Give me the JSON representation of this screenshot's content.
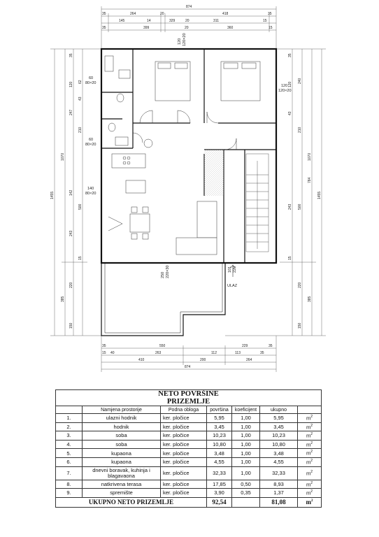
{
  "plan": {
    "top_total": "874",
    "top_row1": [
      "35",
      "264",
      "20",
      "418",
      "35"
    ],
    "top_row2": [
      "145",
      "14",
      "329",
      "20",
      "311",
      "15"
    ],
    "top_row3": [
      "35",
      "399",
      "20",
      "360",
      "15"
    ],
    "bottom_row1": [
      "35",
      "550",
      "229",
      "35"
    ],
    "bottom_row2": [
      "15",
      "40",
      "263",
      "112",
      "113",
      "35"
    ],
    "bottom_row3": [
      "410",
      "200",
      "264"
    ],
    "bottom_total": "874",
    "left_outer": "1455",
    "left_mid": [
      "1070",
      "385"
    ],
    "left_inner": [
      "35",
      "120",
      "247",
      "142",
      "243",
      "220",
      "150"
    ],
    "left_fine": [
      "62",
      "43",
      "210",
      "500",
      "15"
    ],
    "right_outer": "1455",
    "right_mid": [
      "1070",
      "385"
    ],
    "right_inner": [
      "240",
      "210",
      "784",
      "500",
      "220",
      "150"
    ],
    "right_fine": [
      "35",
      "120",
      "43",
      "243",
      "15"
    ],
    "window_labels": [
      {
        "a": "60",
        "b": "80×20"
      },
      {
        "a": "60",
        "b": "80×20"
      },
      {
        "a": "140",
        "b": "80×20"
      },
      {
        "a": "120",
        "b": "120×20"
      }
    ],
    "door_label": {
      "a": "101",
      "b": "220"
    },
    "door_label_2": {
      "a": "250",
      "b": "220×30"
    },
    "top_window_label": {
      "a": "120",
      "b": "120×20"
    },
    "entrance_label": "ULAZ"
  },
  "table": {
    "title_1": "NETO POVRŠINE",
    "title_2": "PRIZEMLJE",
    "headers": [
      "Namjena prostorije",
      "Podna obloga",
      "površina",
      "koeficijent",
      "ukupno"
    ],
    "rows": [
      {
        "no": "1.",
        "name": "ulazni hodnik",
        "floor": "ker. pločice",
        "area": "5,95",
        "coef": "1,00",
        "total": "5,95",
        "unit": "m",
        "sup": "2"
      },
      {
        "no": "2.",
        "name": "hodnik",
        "floor": "ker. pločice",
        "area": "3,45",
        "coef": "1,00",
        "total": "3,45",
        "unit": "m",
        "sup": "2"
      },
      {
        "no": "3.",
        "name": "soba",
        "floor": "ker. pločice",
        "area": "10,23",
        "coef": "1,00",
        "total": "10,23",
        "unit": "m",
        "sup": "2"
      },
      {
        "no": "4.",
        "name": "soba",
        "floor": "ker. pločice",
        "area": "10,80",
        "coef": "1,00",
        "total": "10,80",
        "unit": "m",
        "sup": "2"
      },
      {
        "no": "5.",
        "name": "kupaona",
        "floor": "ker. pločice",
        "area": "3,48",
        "coef": "1,00",
        "total": "3,48",
        "unit": "m",
        "sup": "2"
      },
      {
        "no": "6.",
        "name": "kupaona",
        "floor": "ker. pločice",
        "area": "4,55",
        "coef": "1,00",
        "total": "4,55",
        "unit": "m",
        "sup": "2"
      },
      {
        "no": "7.",
        "name": "dnevni boravak, kuhinja i blagavaona",
        "floor": "ker. pločice",
        "area": "32,33",
        "coef": "1,00",
        "total": "32,33",
        "unit": "m",
        "sup": "2"
      },
      {
        "no": "8.",
        "name": "natkrivena terasa",
        "floor": "ker. pločice",
        "area": "17,85",
        "coef": "0,50",
        "total": "8,93",
        "unit": "m",
        "sup": "2"
      },
      {
        "no": "9.",
        "name": "spremište",
        "floor": "ker. pločice",
        "area": "3,90",
        "coef": "0,35",
        "total": "1,37",
        "unit": "m",
        "sup": "2"
      }
    ],
    "sum_label": "UKUPNO NETO PRIZEMLJE",
    "sum_area": "92,54",
    "sum_total": "81,08",
    "sum_unit": "m",
    "sum_sup": "2"
  }
}
